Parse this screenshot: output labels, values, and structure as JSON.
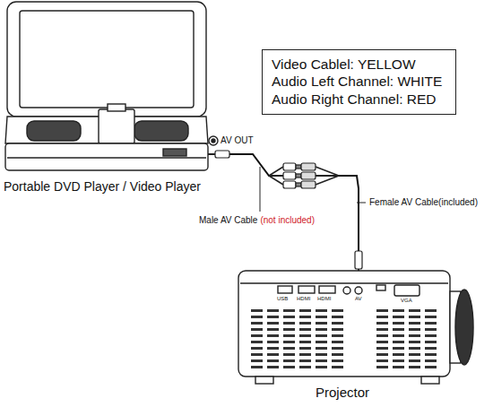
{
  "diagram": {
    "nodes": [
      {
        "text": [
          "Portable DVD Player / Video Player"
        ]
      },
      {
        "text": [
          "Video Cablel: YELLOW",
          "Audio Left Channel: WHITE",
          "Audio Right Channel: RED"
        ]
      },
      {
        "text": [
          "Projector"
        ]
      }
    ],
    "edges": [
      {
        "from": 0,
        "to": 2,
        "arrow": "none"
      }
    ],
    "labels": [
      "AV OUT",
      "Male AV Cable",
      "(not included)",
      "Female AV Cable(included)",
      "USB",
      "HDMI",
      "HDMI",
      "AV",
      "VGA"
    ]
  }
}
